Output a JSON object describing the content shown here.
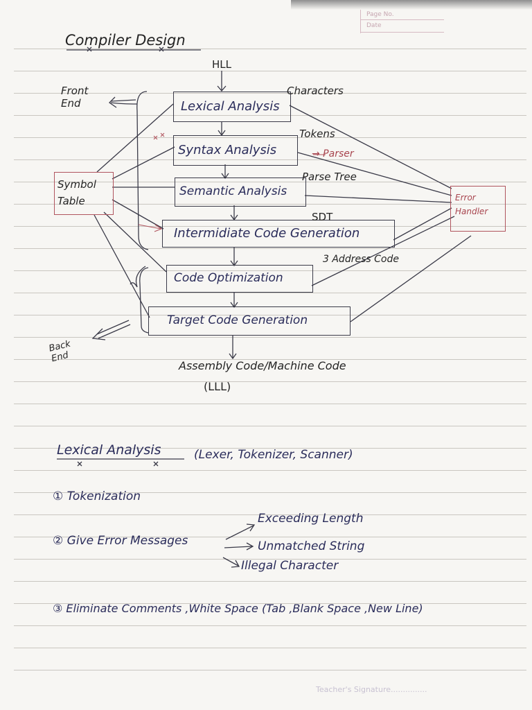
{
  "header": {
    "page_no_label": "Page No.",
    "date_label": "Date"
  },
  "title": "Compiler Design",
  "diagram": {
    "input": "HLL",
    "front_end": "Front End",
    "back_end": "Back End",
    "symbol_table": "Symbol Table",
    "error_handler": "Error Handler",
    "phases": [
      "Lexical Analysis",
      "Syntax Analysis",
      "Semantic Analysis",
      "Intermidiate Code Generation",
      "Code Optimization",
      "Target Code Generation"
    ],
    "edge_labels": {
      "characters": "Characters",
      "tokens": "Tokens",
      "parser": "→ Parser",
      "parse_tree": "Parse Tree",
      "sdt": "SDT",
      "three_address": "3 Address Code"
    },
    "output_line1": "Assembly Code/Machine Code",
    "output_line2": "(LLL)"
  },
  "section2": {
    "heading": "Lexical Analysis",
    "heading_aka": "(Lexer, Tokenizer, Scanner)",
    "item1": "① Tokenization",
    "item2": "② Give Error Messages",
    "errors": [
      "Exceeding Length",
      "Unmatched String",
      "Illegal Character"
    ],
    "item3": "③ Eliminate Comments ,White Space (Tab ,Blank Space ,New Line)"
  },
  "footer": {
    "signature": "Teacher's Signature..............."
  }
}
